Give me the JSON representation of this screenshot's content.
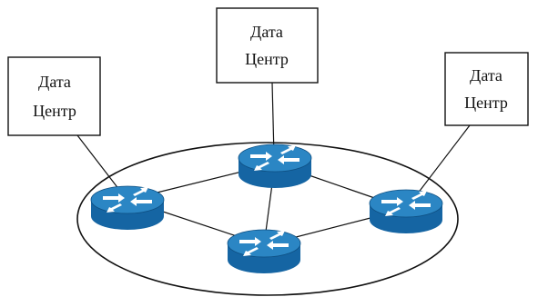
{
  "datacenters": [
    {
      "id": "dc-left",
      "line1": "Дата",
      "line2": "Центр"
    },
    {
      "id": "dc-center",
      "line1": "Дата",
      "line2": "Центр"
    },
    {
      "id": "dc-right",
      "line1": "Дата",
      "line2": "Центр"
    }
  ],
  "routers": [
    {
      "id": "router-left"
    },
    {
      "id": "router-top"
    },
    {
      "id": "router-right"
    },
    {
      "id": "router-bottom"
    }
  ],
  "links": [
    {
      "from": "router-left",
      "to": "router-top"
    },
    {
      "from": "router-top",
      "to": "router-right"
    },
    {
      "from": "router-top",
      "to": "router-bottom"
    },
    {
      "from": "router-left",
      "to": "router-bottom"
    },
    {
      "from": "router-bottom",
      "to": "router-right"
    }
  ],
  "uplinks": [
    {
      "from": "dc-left",
      "to": "router-left"
    },
    {
      "from": "dc-center",
      "to": "router-top"
    },
    {
      "from": "dc-right",
      "to": "router-right"
    }
  ],
  "colors": {
    "router_top": "#2b86c4",
    "router_side": "#1565a3",
    "router_rim": "#0e4f82",
    "arrow": "#ffffff",
    "line": "#111111"
  },
  "icons": {
    "router": "router-icon",
    "datacenter": "datacenter-box"
  }
}
